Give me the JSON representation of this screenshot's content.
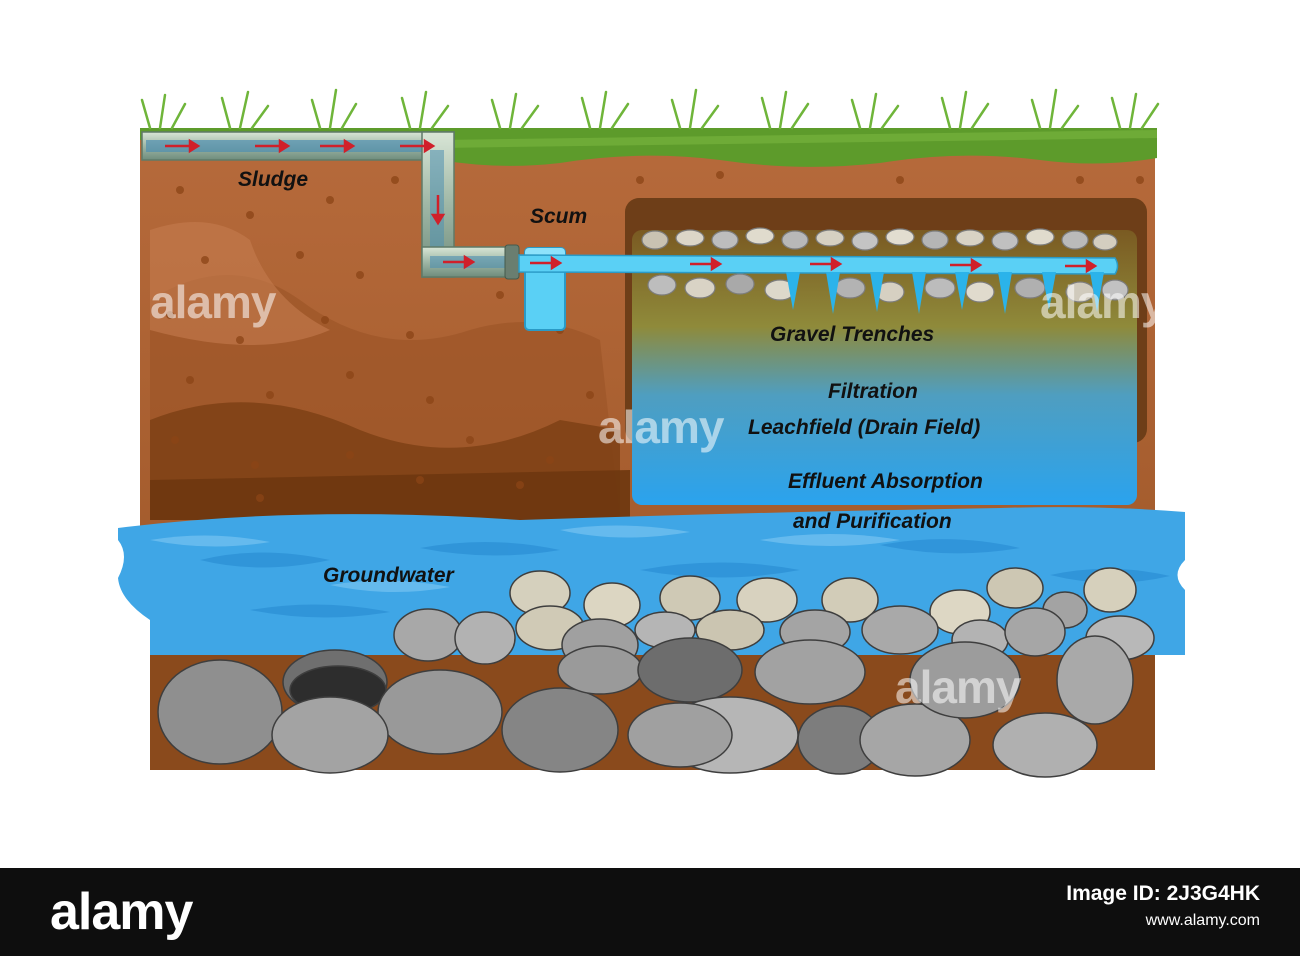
{
  "labels": {
    "sludge": "Sludge",
    "scum": "Scum",
    "gravel_trenches": "Gravel Trenches",
    "filtration": "Filtration",
    "leachfield": "Leachfield (Drain Field)",
    "effluent_line1": "Effluent Absorption",
    "effluent_line2": "and Purification",
    "groundwater": "Groundwater"
  },
  "watermark": "alamy",
  "footer": {
    "logo": "alamy",
    "image_id": "Image ID: 2J3G4HK",
    "url": "www.alamy.com"
  },
  "colors": {
    "grass": "#5d9b2b",
    "soil_light": "#b96a3f",
    "soil_dark": "#7a3f14",
    "water": "#3fa6e6",
    "pipe_water": "#5ad0f5",
    "flow_arrow": "#d0202a",
    "rock": "#9a9a9a"
  }
}
